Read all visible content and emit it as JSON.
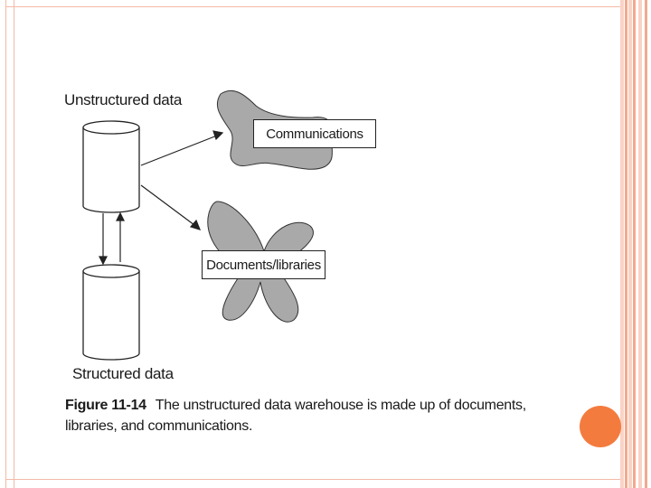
{
  "colors": {
    "frame_line": "#f4b9a7",
    "stripe_dark": "#f2a98f",
    "stripe_light": "#f9d3c5",
    "accent_dot": "#f47b3e",
    "shape_fill": "#a9a9a9",
    "stroke": "#222222"
  },
  "diagram": {
    "unstructured_label": "Unstructured data",
    "structured_label": "Structured data",
    "communications_label": "Communications",
    "documents_label": "Documents/libraries"
  },
  "caption": {
    "figure_number": "Figure 11-14",
    "text": "The unstructured data warehouse is made up of documents, libraries, and communications."
  }
}
